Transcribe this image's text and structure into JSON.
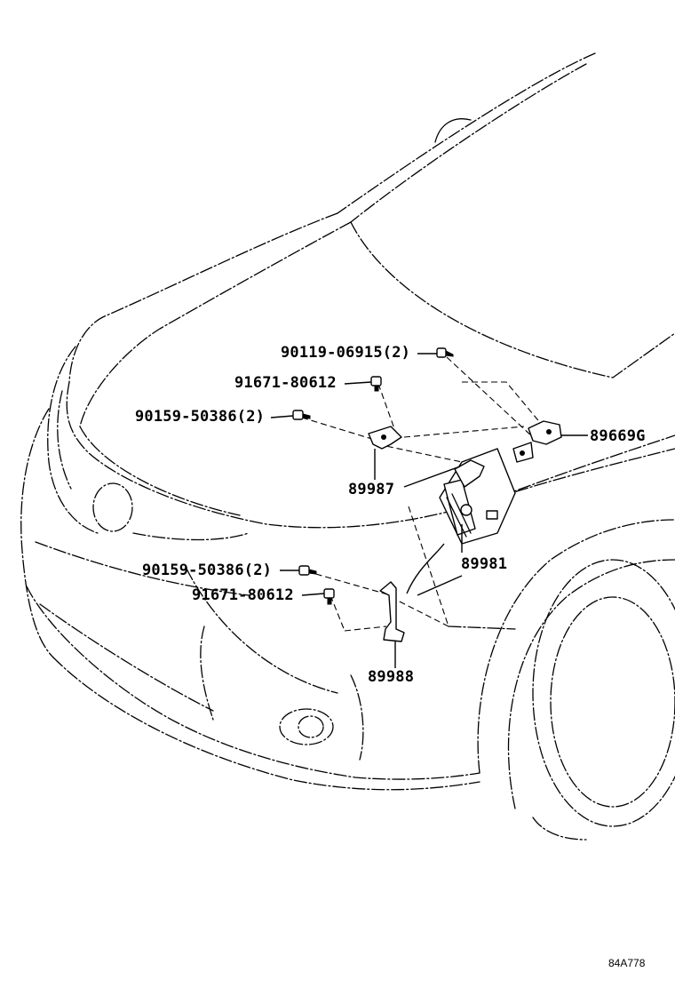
{
  "callouts": {
    "p90119_06915": "90119-06915(2)",
    "p91671_80612_top": "91671-80612",
    "p90159_50386_top": "90159-50386(2)",
    "p89669G": "89669G",
    "p89987": "89987",
    "p89981": "89981",
    "p90159_50386_bottom": "90159-50386(2)",
    "p91671_80612_bottom": "91671-80612",
    "p89988": "89988"
  },
  "diagram_code": "84A778"
}
